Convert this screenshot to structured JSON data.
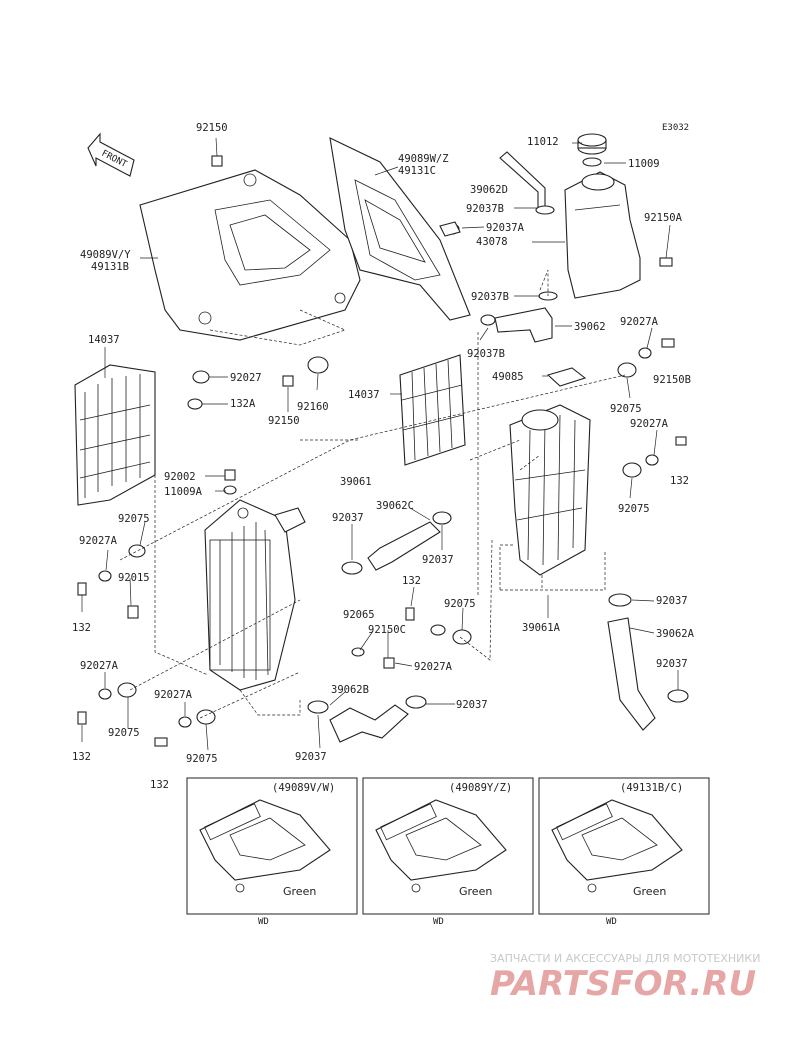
{
  "diagram_code": "E3032",
  "front_label": "FRONT",
  "labels": {
    "l_92150_top": "92150",
    "l_49089vy": "49089V/Y",
    "l_49131b": "49131B",
    "l_49089wz": "49089W/Z",
    "l_49131c": "49131C",
    "l_11012": "11012",
    "l_11009": "11009",
    "l_39062d": "39062D",
    "l_92037b_1": "92037B",
    "l_92037a_1": "92037A",
    "l_43078": "43078",
    "l_92150a": "92150A",
    "l_92037b_2": "92037B",
    "l_39062": "39062",
    "l_92037b_3": "92037B",
    "l_92027a_1": "92027A",
    "l_92150b": "92150B",
    "l_49085": "49085",
    "l_92075_1": "92075",
    "l_92027a_2": "92027A",
    "l_132_1": "132",
    "l_92075_2": "92075",
    "l_14037_l": "14037",
    "l_92027": "92027",
    "l_132a": "132A",
    "l_92160": "92160",
    "l_92150_mid": "92150",
    "l_14037_m": "14037",
    "l_39061": "39061",
    "l_92002": "92002",
    "l_11009a": "11009A",
    "l_39062c": "39062C",
    "l_92037_1": "92037",
    "l_92037_2": "92037",
    "l_92075_3": "92075",
    "l_92027a_3": "92027A",
    "l_92015": "92015",
    "l_132_2": "132",
    "l_132_3": "132",
    "l_92075_4": "92075",
    "l_92150c": "92150C",
    "l_92065": "92065",
    "l_39061a": "39061A",
    "l_92037_3": "92037",
    "l_39062a": "39062A",
    "l_92027a_4": "92027A",
    "l_92027a_5": "92027A",
    "l_92037_4": "92037",
    "l_92075_5": "92075",
    "l_92027a_6": "92027A",
    "l_39062b": "39062B",
    "l_92037_5": "92037",
    "l_92075_6": "92075",
    "l_132_4": "132",
    "l_92037_6": "92037",
    "l_132_5": "132"
  },
  "insets": [
    {
      "title": "(49089V/W)",
      "color": "Green",
      "code": "WD"
    },
    {
      "title": "(49089Y/Z)",
      "color": "Green",
      "code": "WD"
    },
    {
      "title": "(49131B/C)",
      "color": "Green",
      "code": "WD"
    }
  ],
  "watermark": {
    "tagline": "ЗАПЧАСТИ И АКСЕССУАРЫ ДЛЯ МОТОТЕХНИКИ",
    "brand": "PARTSFOR.RU"
  }
}
